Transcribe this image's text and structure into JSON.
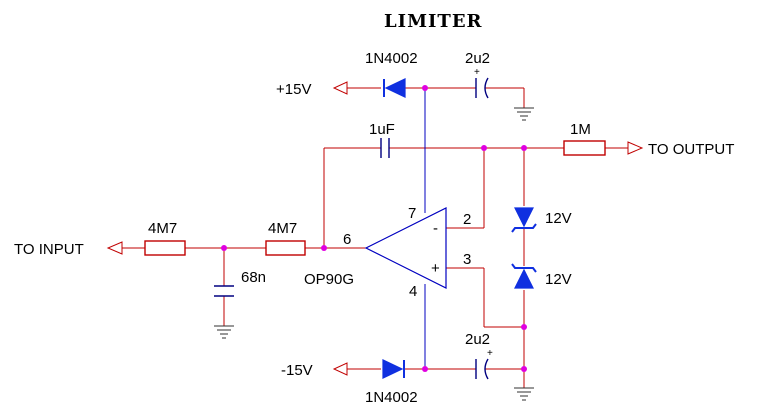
{
  "title": "LIMITER",
  "ports": {
    "input": "TO INPUT",
    "output": "TO OUTPUT",
    "pos_supply": "+15V",
    "neg_supply": "-15V"
  },
  "components": {
    "r_in": "4M7",
    "r_series": "4M7",
    "c_shunt": "68n",
    "c_feedback": "1uF",
    "r_out": "1M",
    "d_pos": "1N4002",
    "d_neg": "1N4002",
    "c_pos": "2u2",
    "c_neg": "2u2",
    "zener_top": "12V",
    "zener_bottom": "12V",
    "opamp": "OP90G"
  },
  "pins": {
    "p6": "6",
    "p7": "7",
    "p2": "2",
    "p3": "3",
    "p4": "4",
    "minus": "-",
    "plus": "+"
  },
  "polarity_mark": "+"
}
